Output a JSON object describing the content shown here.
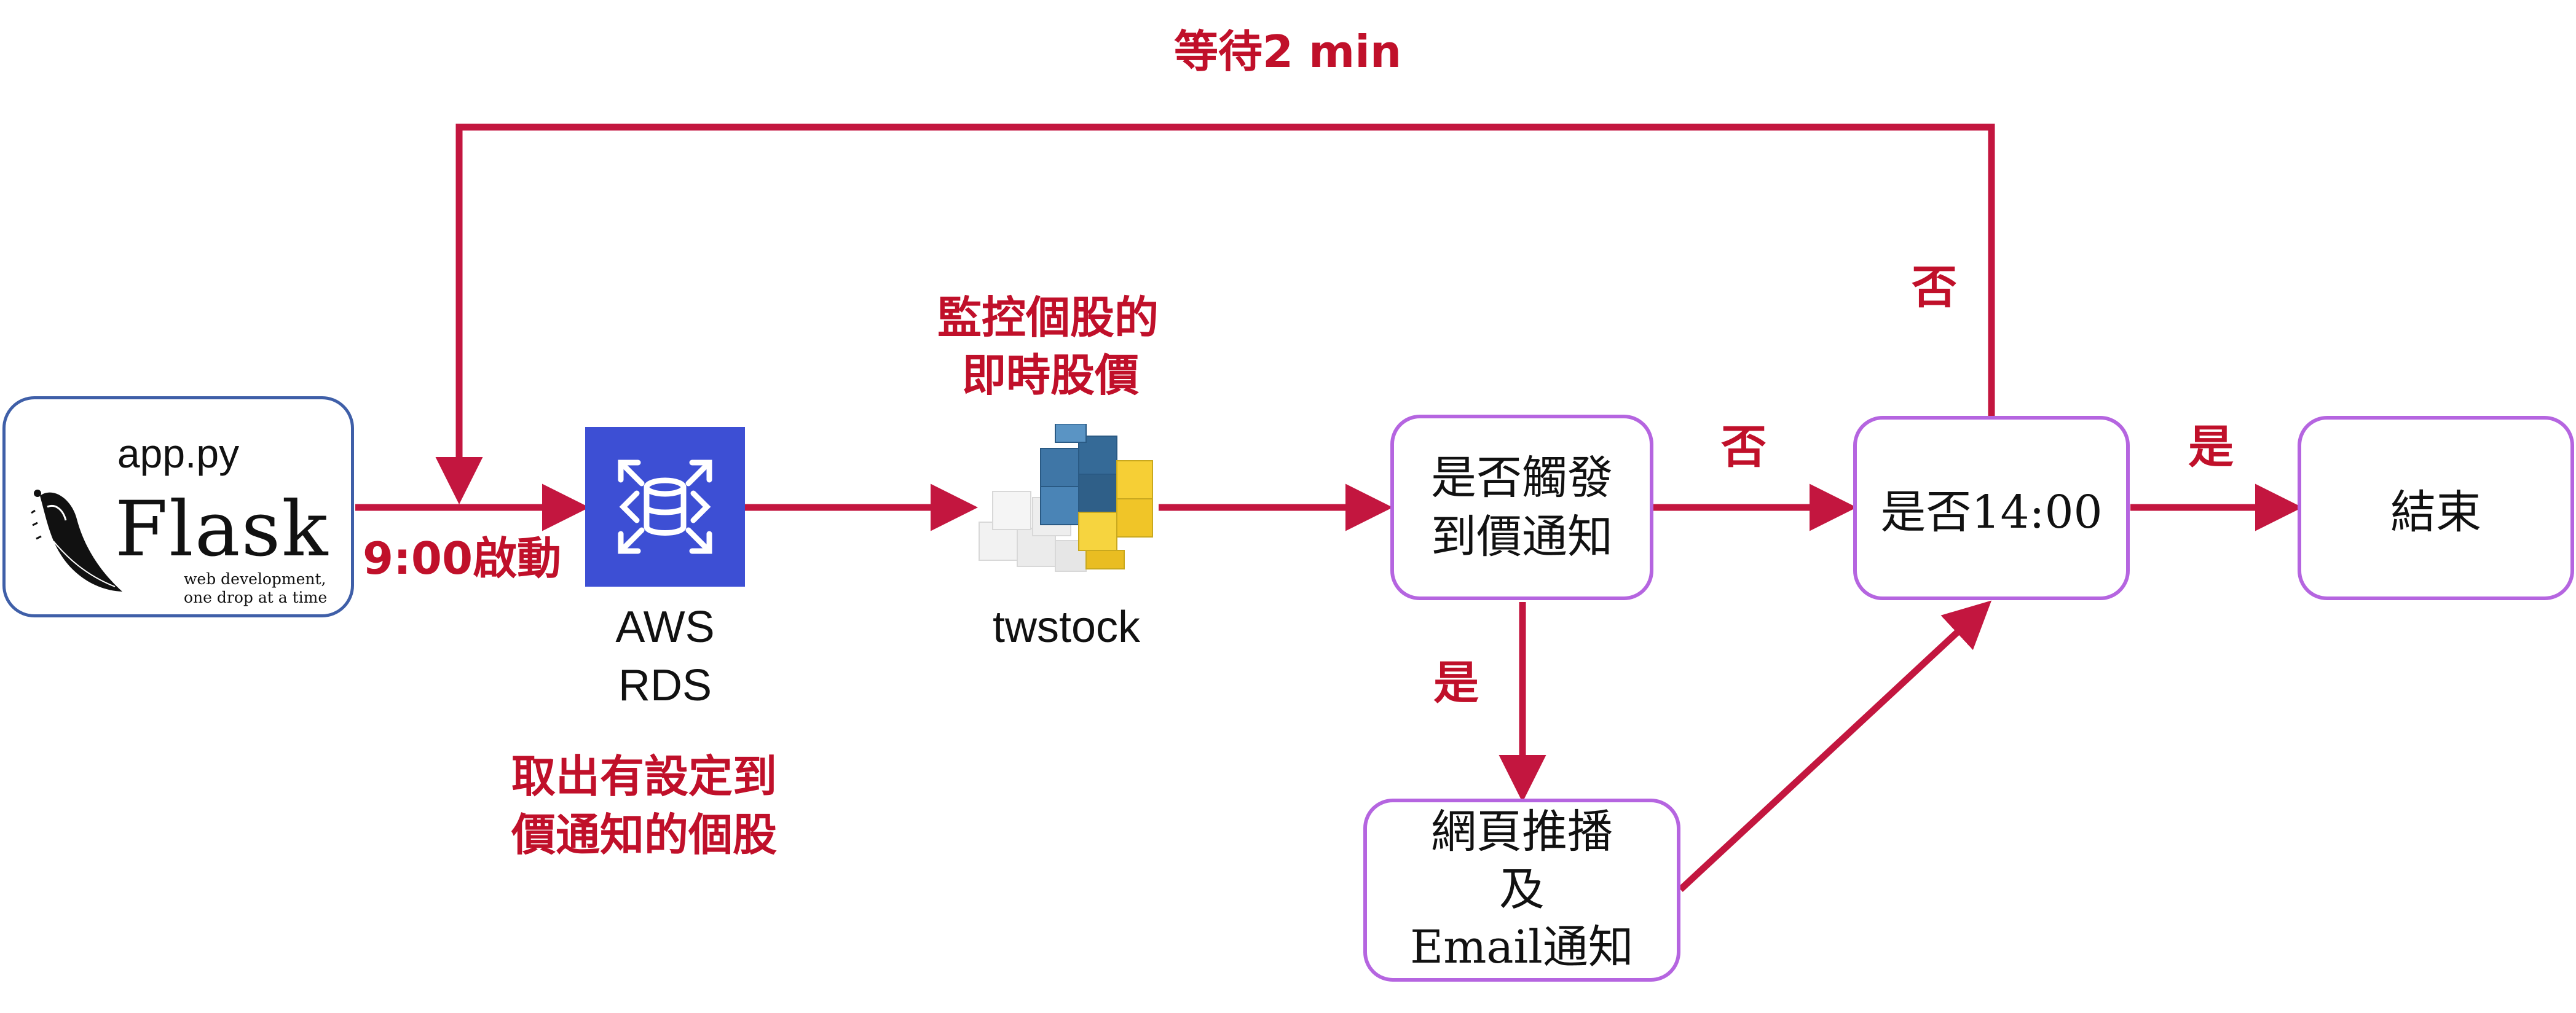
{
  "flask_card": {
    "title": "app.py",
    "logo_word": "Flask",
    "tagline_1": "web development,",
    "tagline_2": "one drop at a time"
  },
  "edges": {
    "loop_label": "等待2 min",
    "start_label": "9:00啟動",
    "no_label_1": "否",
    "no_label_2": "否",
    "yes_label_1": "是",
    "yes_label_2": "是"
  },
  "aws": {
    "line1": "AWS",
    "line2": "RDS",
    "note1": "取出有設定到",
    "note2": "價通知的個股"
  },
  "twstock": {
    "label": "twstock",
    "note1": "監控個股的",
    "note2": "即時股價"
  },
  "nodes": {
    "trigger_line1": "是否觸發",
    "trigger_line2": "到價通知",
    "time_check": "是否14:00",
    "end": "結束",
    "notify_line1": "網頁推播",
    "notify_line2": "及",
    "notify_line3": "Email通知"
  },
  "colors": {
    "arrow": "#c3163f",
    "node_border": "#b565e0",
    "flask_border": "#3f5fa8",
    "aws_bg": "#3d4fd4",
    "label_red": "#c0102a"
  }
}
